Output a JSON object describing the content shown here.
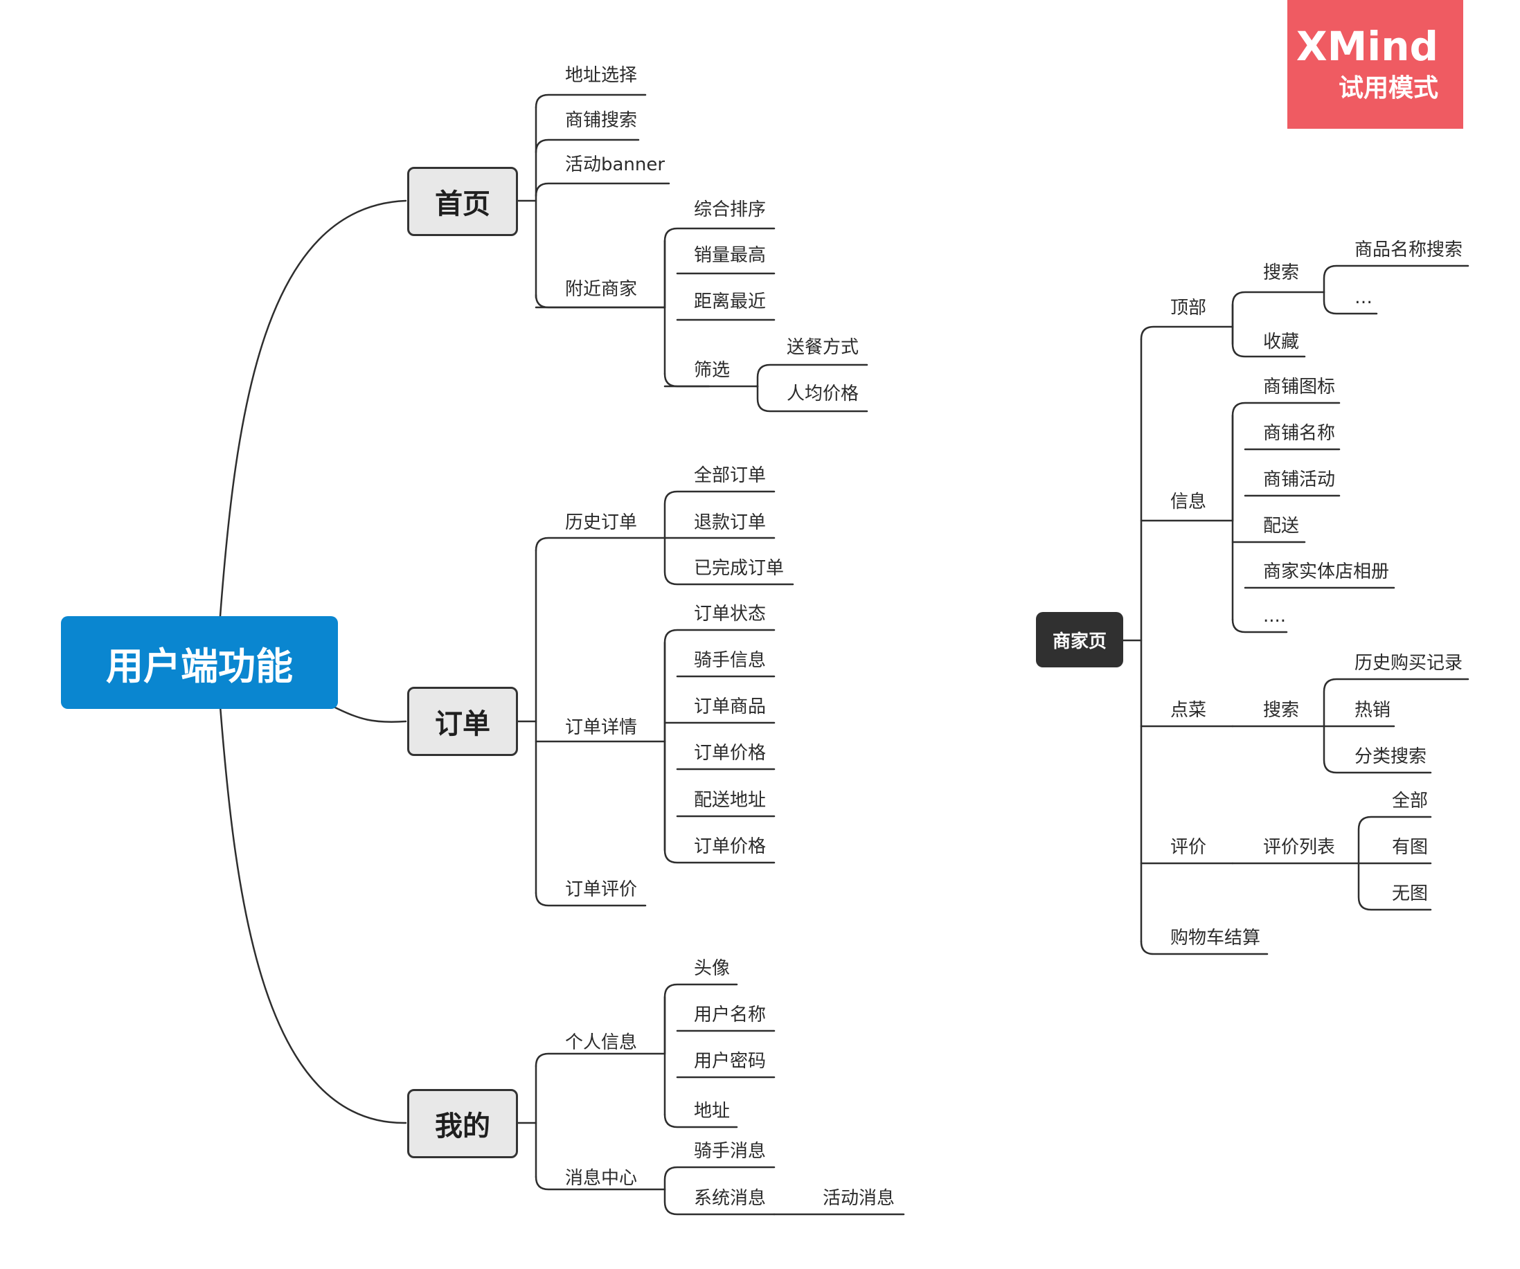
{
  "watermark": {
    "brand": "XMind",
    "subtitle": "试用模式"
  },
  "root": {
    "label": "用户端功能"
  },
  "homepage": {
    "label": "首页",
    "address_select": "地址选择",
    "shop_search": "商铺搜索",
    "activity_banner": "活动banner",
    "nearby": {
      "label": "附近商家",
      "sort_overall": "综合排序",
      "sales_high": "销量最高",
      "distance_near": "距离最近",
      "filter": {
        "label": "筛选",
        "delivery_mode": "送餐方式",
        "avg_price": "人均价格"
      }
    }
  },
  "orders": {
    "label": "订单",
    "history": {
      "label": "历史订单",
      "all": "全部订单",
      "refund": "退款订单",
      "done": "已完成订单"
    },
    "detail": {
      "label": "订单详情",
      "status": "订单状态",
      "rider": "骑手信息",
      "goods": "订单商品",
      "price": "订单价格",
      "address": "配送地址",
      "price2": "订单价格"
    },
    "review": "订单评价"
  },
  "mine": {
    "label": "我的",
    "personal": {
      "label": "个人信息",
      "avatar": "头像",
      "username": "用户名称",
      "password": "用户密码",
      "address": "地址"
    },
    "messages": {
      "label": "消息中心",
      "rider": "骑手消息",
      "system": "系统消息",
      "activity": "活动消息"
    }
  },
  "merchant": {
    "label": "商家页",
    "top": {
      "label": "顶部",
      "search": {
        "label": "搜索",
        "goods_search": "商品名称搜索",
        "more": "…"
      },
      "favorite": "收藏"
    },
    "info": {
      "label": "信息",
      "icon": "商铺图标",
      "name": "商铺名称",
      "activity": "商铺活动",
      "delivery": "配送",
      "album": "商家实体店相册",
      "more": "...."
    },
    "order": {
      "label": "点菜",
      "search": {
        "label": "搜索",
        "history": "历史购买记录",
        "hot": "热销",
        "category": "分类搜索"
      }
    },
    "review": {
      "label": "评价",
      "list": {
        "label": "评价列表",
        "all": "全部",
        "with_pic": "有图",
        "no_pic": "无图"
      }
    },
    "checkout": "购物车结算"
  }
}
